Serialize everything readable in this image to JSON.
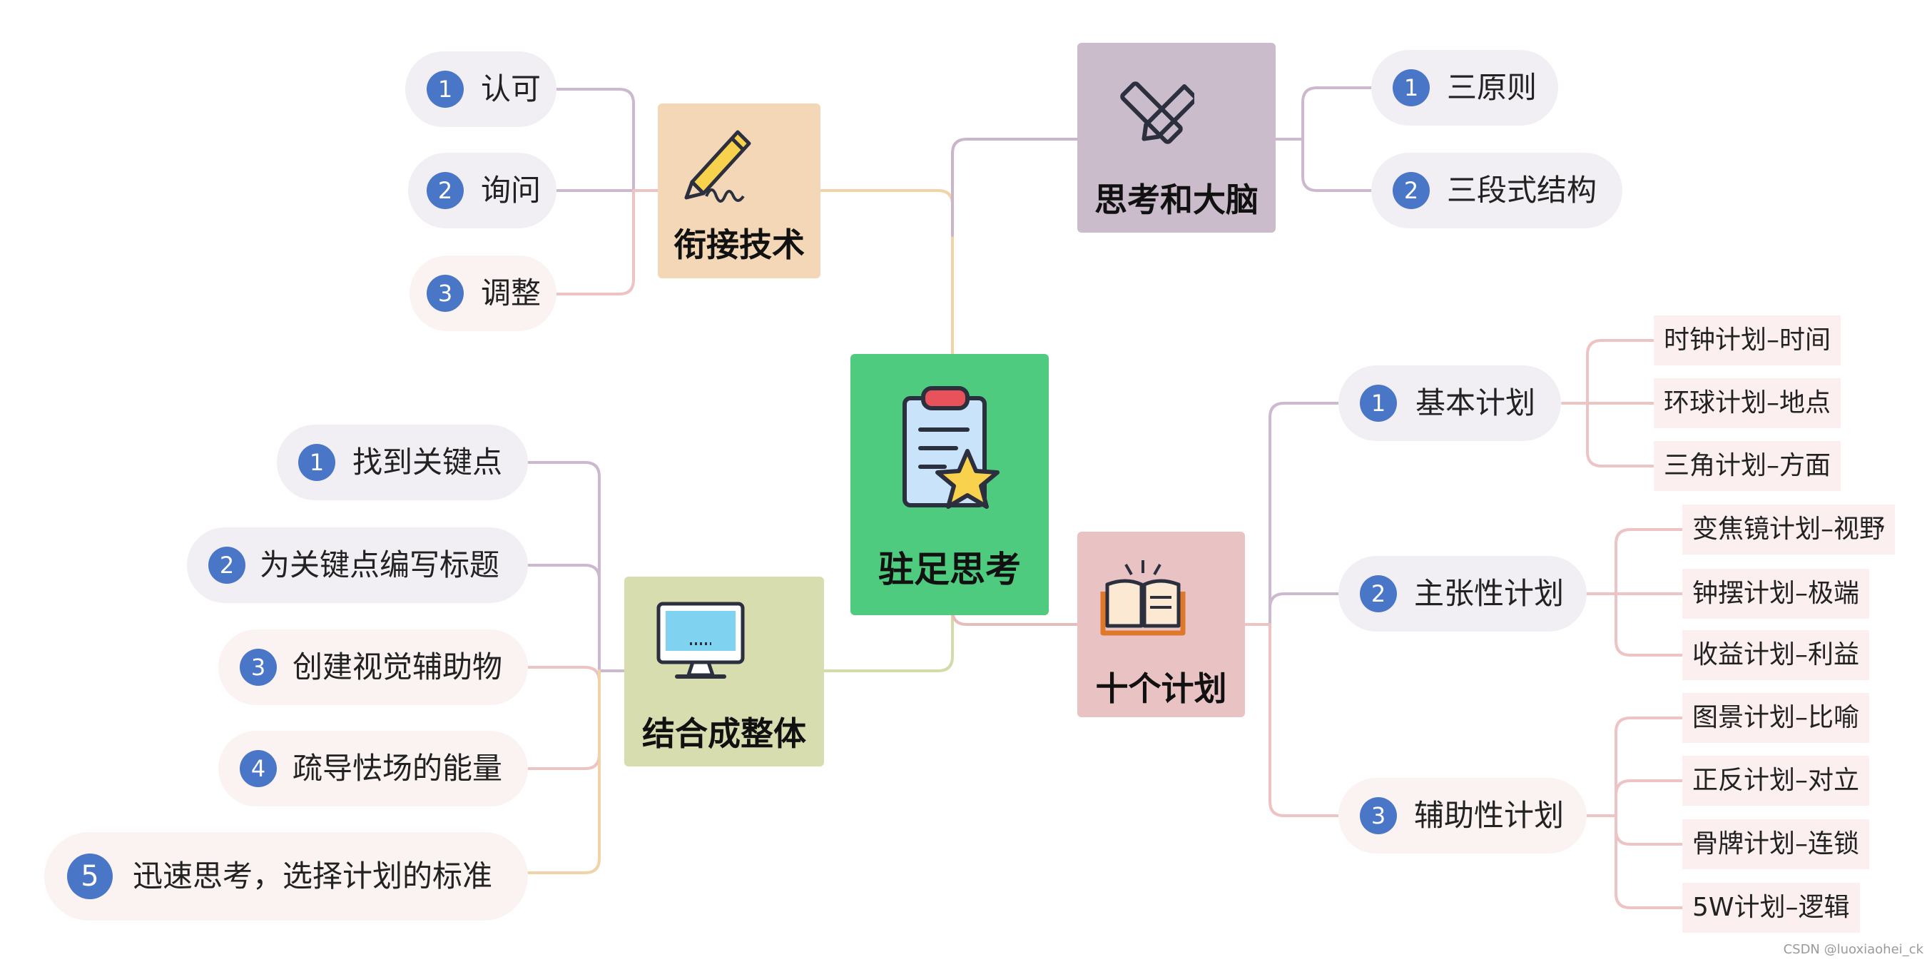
{
  "center": {
    "label": "驻足思考",
    "color": "#4ecb7f"
  },
  "branches": {
    "linking": {
      "label": "衔接技术",
      "color": "#f3d7b6",
      "items": [
        {
          "num": "1",
          "label": "认可"
        },
        {
          "num": "2",
          "label": "询问"
        },
        {
          "num": "3",
          "label": "调整"
        }
      ]
    },
    "thinking": {
      "label": "思考和大脑",
      "color": "#cbbccc",
      "items": [
        {
          "num": "1",
          "label": "三原则"
        },
        {
          "num": "2",
          "label": "三段式结构"
        }
      ]
    },
    "combine": {
      "label": "结合成整体",
      "color": "#d8ddb0",
      "items": [
        {
          "num": "1",
          "label": "找到关键点"
        },
        {
          "num": "2",
          "label": "为关键点编写标题"
        },
        {
          "num": "3",
          "label": "创建视觉辅助物"
        },
        {
          "num": "4",
          "label": "疏导怯场的能量"
        },
        {
          "num": "5",
          "label": "迅速思考，选择计划的标准"
        }
      ]
    },
    "plans": {
      "label": "十个计划",
      "color": "#e9c3c3",
      "groups": [
        {
          "num": "1",
          "label": "基本计划",
          "leaves": [
            "时钟计划–时间",
            "环球计划–地点",
            "三角计划–方面"
          ]
        },
        {
          "num": "2",
          "label": "主张性计划",
          "leaves": [
            "变焦镜计划–视野",
            "钟摆计划–极端",
            "收益计划–利益"
          ]
        },
        {
          "num": "3",
          "label": "辅助性计划",
          "leaves": [
            "图景计划–比喻",
            "正反计划–对立",
            "骨牌计划–连锁",
            "5W计划–逻辑"
          ]
        }
      ]
    }
  },
  "watermark": "CSDN @luoxiaohei_ck"
}
